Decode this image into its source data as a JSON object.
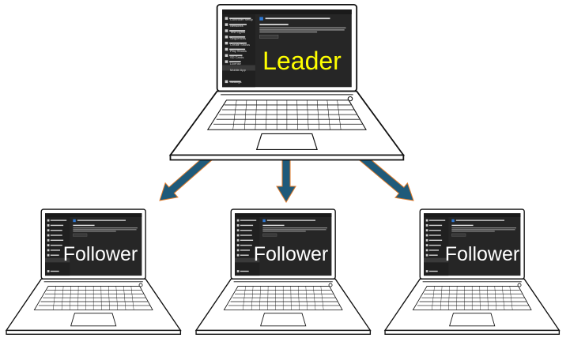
{
  "diagram": {
    "leader": {
      "label": "Leader",
      "window_title": "Light-O-Rama Control Panel for Ethernet",
      "sidebar": [
        "Controller Setup",
        "Networks",
        "Test Lights",
        "Sequences",
        "Create Shows",
        "Play Shows",
        "SD Cards",
        "License",
        "Mobile App",
        "Settings"
      ],
      "heading": "Allow the mobile app to be used on this computer",
      "section": "Display Number",
      "body": "This display number identifies the display and the computer on the mobile app. When changing the value, double-check the number matches what's installed. Otherwise, the changes will take effect on the next time the software is started."
    },
    "followers": [
      {
        "label": "Follower"
      },
      {
        "label": "Follower"
      },
      {
        "label": "Follower"
      }
    ],
    "arrow_color": "#1f5a7a",
    "arrow_outline": "#e07b2a",
    "screen_color": "#262626"
  }
}
